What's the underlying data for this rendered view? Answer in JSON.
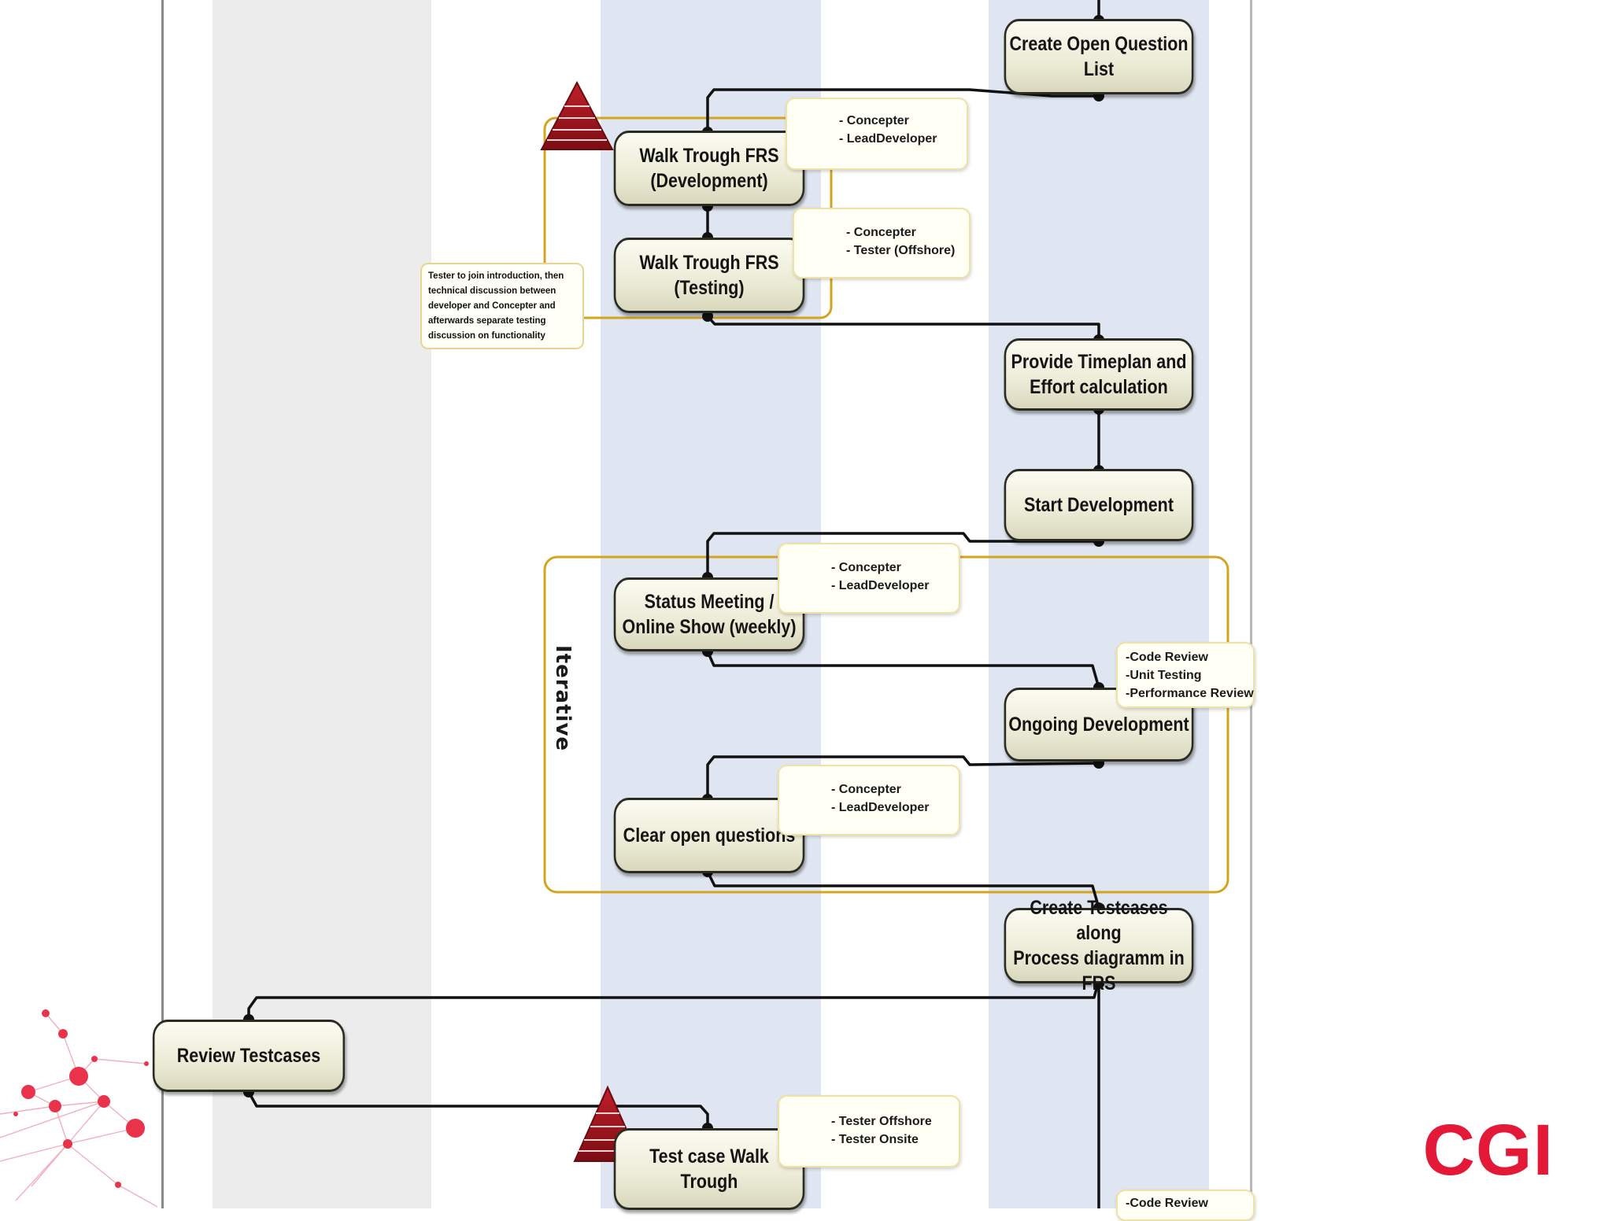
{
  "nodes": {
    "create_open_question_list": "Create Open Question List",
    "walk_trough_dev": "Walk Trough FRS\n(Development)",
    "walk_trough_test": "Walk Trough FRS\n(Testing)",
    "provide_timeplan": "Provide Timeplan and\nEffort calculation",
    "start_development": "Start Development",
    "status_meeting": "Status Meeting /\nOnline Show (weekly)",
    "ongoing_development": "Ongoing Development",
    "clear_open_questions": "Clear open questions",
    "create_testcases": "Create Testcases along\nProcess diagramm in FRS",
    "review_testcases": "Review Testcases",
    "test_case_walk": "Test case Walk\nTrough"
  },
  "callouts": {
    "walk_dev": [
      "- Concepter",
      "- LeadDeveloper"
    ],
    "walk_test": [
      "- Concepter",
      "- Tester (Offshore)"
    ],
    "status": [
      "- Concepter",
      "- LeadDeveloper"
    ],
    "ongoing": [
      "-Code Review",
      "-Unit Testing",
      "-Performance Review"
    ],
    "clear": [
      "- Concepter",
      "- LeadDeveloper"
    ],
    "test_walk": [
      "- Tester Offshore",
      "- Tester Onsite"
    ],
    "bottom_partial": "-Code Review"
  },
  "note_text": "Tester to join introduction, then technical discussion between developer and Concepter and afterwards separate testing discussion on functionality",
  "iterative_label": "Iterative",
  "logo_text": "CGI",
  "colors": {
    "accent_red": "#e31937",
    "lane_grey": "#ececec",
    "lane_blue": "#dfe6f1",
    "group_border": "#d4a420",
    "node_fill": "#ecebd6"
  },
  "icons": {
    "person": "person-icon",
    "pyramid": "pyramid-icon",
    "network": "network-decoration"
  }
}
